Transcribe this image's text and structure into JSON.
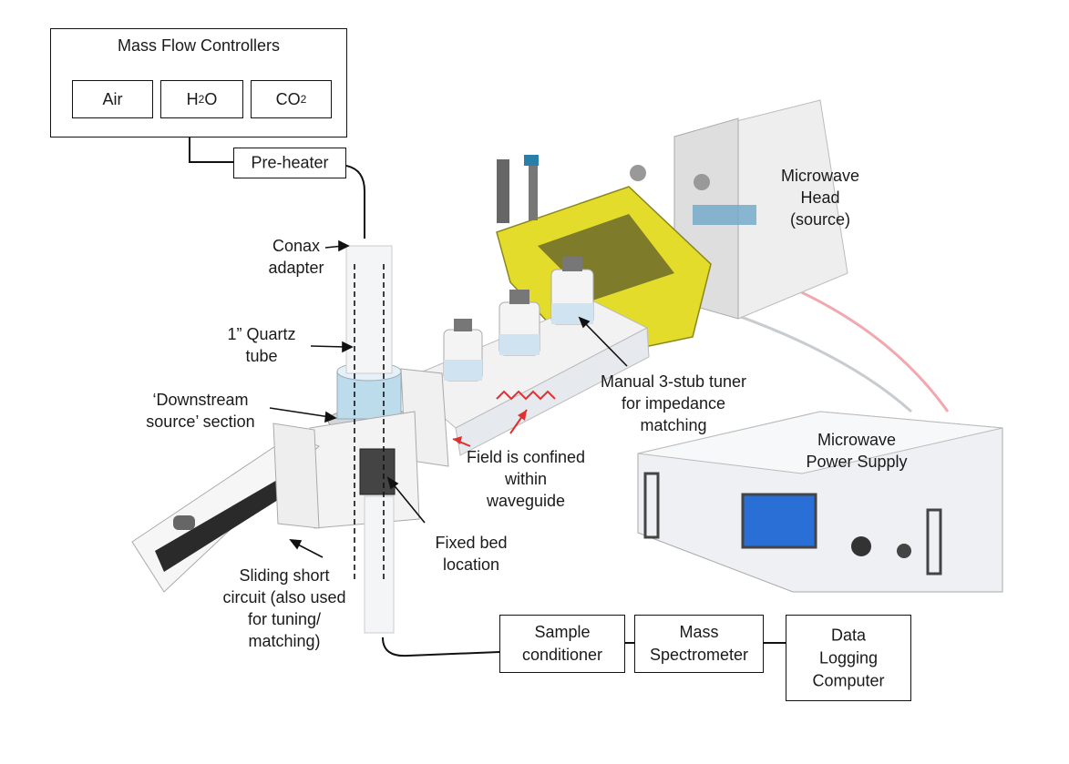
{
  "mass_flow_controllers": {
    "title": "Mass Flow Controllers",
    "gases": [
      "Air",
      "H",
      "2",
      "O",
      "CO",
      "2"
    ]
  },
  "boxes": {
    "preheater": "Pre-heater",
    "sample_conditioner": [
      "Sample",
      "conditioner"
    ],
    "mass_spectrometer": [
      "Mass",
      "Spectrometer"
    ],
    "data_logging": [
      "Data",
      "Logging",
      "Computer"
    ]
  },
  "labels": {
    "conax": [
      "Conax",
      "adapter"
    ],
    "quartz": [
      "1” Quartz",
      "tube"
    ],
    "downstream": [
      "‘Downstream",
      "source’ section"
    ],
    "sliding": [
      "Sliding short",
      "circuit (also used",
      "for tuning/",
      "matching)"
    ],
    "fixed_bed": [
      "Fixed bed",
      "location"
    ],
    "field": [
      "Field is confined",
      "within",
      "waveguide"
    ],
    "tuner": [
      "Manual 3-stub tuner",
      "for impedance",
      "matching"
    ],
    "mw_head": [
      "Microwave",
      "Head",
      "(source)"
    ],
    "mw_power": [
      "Microwave",
      "Power Supply"
    ]
  },
  "colors": {
    "waveguide_yellow": "#e3dc2a",
    "field_red": "#e03030",
    "cable_pink": "#f2a8b0",
    "cable_grey": "#c8ccd0",
    "screen_blue": "#2a6fd6"
  }
}
